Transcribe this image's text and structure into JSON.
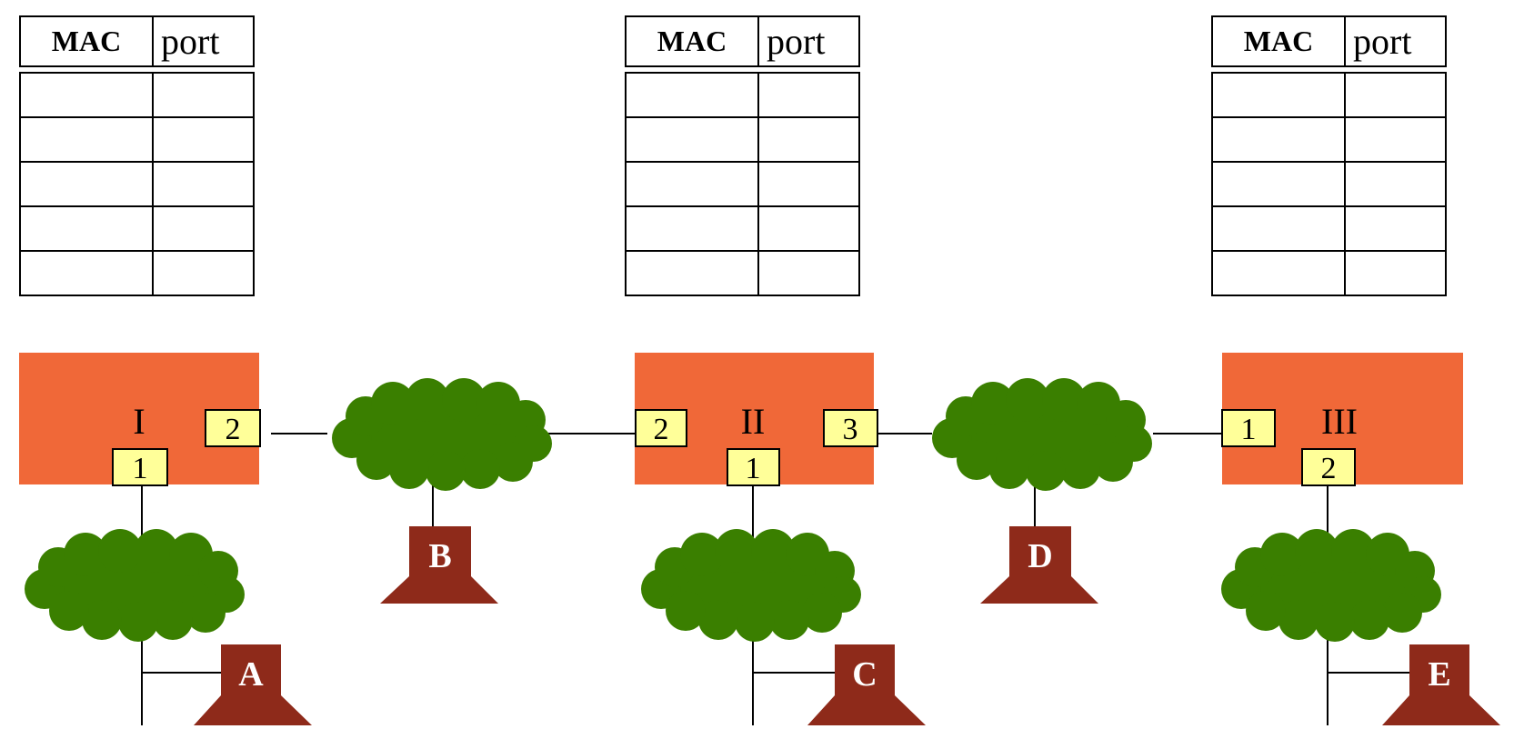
{
  "mac_tables": [
    {
      "id": "table-I",
      "mac_header": "MAC",
      "port_header": "port",
      "rows": [
        "",
        "",
        "",
        "",
        ""
      ]
    },
    {
      "id": "table-II",
      "mac_header": "MAC",
      "port_header": "port",
      "rows": [
        "",
        "",
        "",
        "",
        ""
      ]
    },
    {
      "id": "table-III",
      "mac_header": "MAC",
      "port_header": "port",
      "rows": [
        "",
        "",
        "",
        "",
        ""
      ]
    }
  ],
  "bridges": [
    {
      "name": "I",
      "ports": [
        "2",
        "1"
      ]
    },
    {
      "name": "II",
      "ports": [
        "2",
        "3",
        "1"
      ]
    },
    {
      "name": "III",
      "ports": [
        "1",
        "2"
      ]
    }
  ],
  "hosts": [
    "A",
    "B",
    "C",
    "D",
    "E"
  ],
  "colors": {
    "bridge": "#f06838",
    "port_box": "#ffff99",
    "lan_cloud": "#3a7f00",
    "host": "#8e2a1a",
    "line": "#000000"
  }
}
